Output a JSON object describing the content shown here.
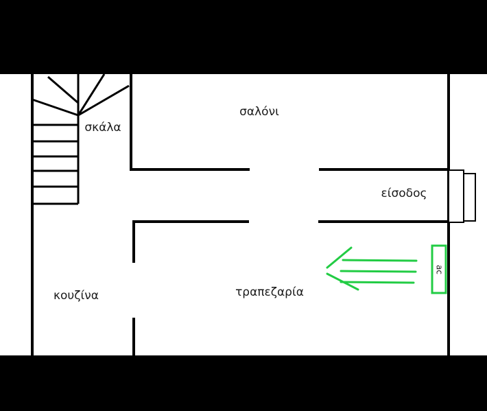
{
  "colors": {
    "background": "#000000",
    "paper": "#ffffff",
    "wall": "#000000",
    "airflow": "#22cc44"
  },
  "rooms": {
    "living_room": "σαλόνι",
    "stairs": "σκάλα",
    "entrance": "είσοδος",
    "kitchen": "κουζίνα",
    "dining_room": "τραπεζαρία"
  },
  "ac_unit": {
    "label": "ac"
  },
  "icons": {
    "airflow": "airflow-arrow-icon"
  }
}
